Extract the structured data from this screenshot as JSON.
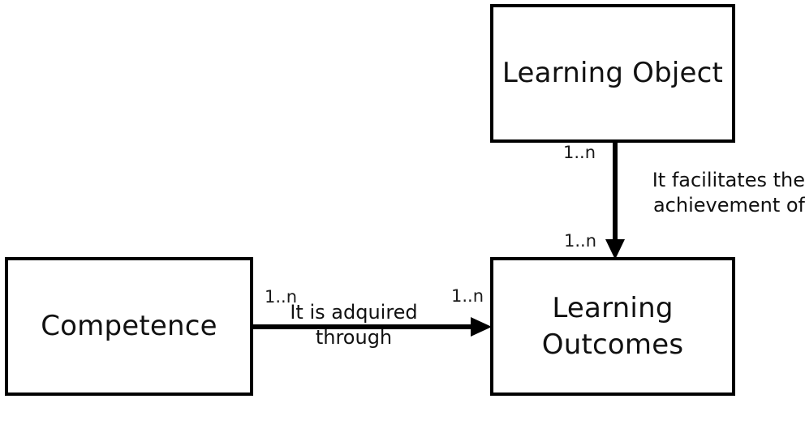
{
  "diagram": {
    "type": "entity-relationship",
    "background": "#ffffff",
    "stroke": "#000000",
    "text_color": "#111111",
    "nodes": [
      {
        "id": "learning-object",
        "label": "Learning Object"
      },
      {
        "id": "competence",
        "label": "Competence"
      },
      {
        "id": "learning-outcomes",
        "label": "Learning\nOutcomes"
      }
    ],
    "edges": [
      {
        "id": "facilitates",
        "from": "learning-object",
        "to": "learning-outcomes",
        "direction": "down",
        "label": "It facilitates the\nachievement of",
        "source_multiplicity": "1..n",
        "target_multiplicity": "1..n"
      },
      {
        "id": "acquired-through",
        "from": "competence",
        "to": "learning-outcomes",
        "direction": "right",
        "label": "It is adquired\nthrough",
        "source_multiplicity": "1..n",
        "target_multiplicity": "1..n"
      }
    ]
  }
}
